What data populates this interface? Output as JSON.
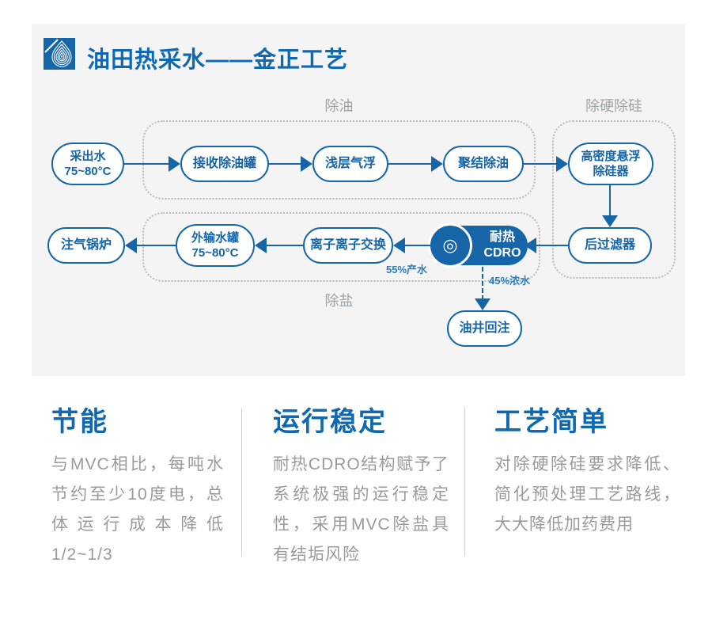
{
  "header": {
    "title": "油田热采水——金正工艺",
    "logo": "water-drop-logo"
  },
  "colors": {
    "primary_blue": "#1565a8",
    "title_blue": "#0f68b2",
    "body_gray": "#9a9a9a",
    "panel_bg": "#f4f4f5"
  },
  "diagram": {
    "group_labels": {
      "deoiling": "除油",
      "hardness_silicon": "除硬除硅",
      "desalting": "除盐"
    },
    "nodes": {
      "produced_water": "采出水\n75~80°C",
      "receiving_deoiling_tank": "接收除油罐",
      "shallow_air_flotation": "浅层气浮",
      "coalescing_deoiling": "聚结除油",
      "high_density_desilicizer": "高密度悬浮\n除硅器",
      "post_filter": "后过滤器",
      "heat_resistant_cdro": "耐热CDRO",
      "cdro_icon": "◎",
      "ion_exchange": "离子离子交换",
      "export_water_tank": "外输水罐\n75~80°C",
      "gas_injection_boiler": "注气锅炉",
      "well_reinjection": "油井回注"
    },
    "flow_labels": {
      "product_water": "55%产水",
      "concentrated_water": "45%浓水"
    }
  },
  "features": [
    {
      "title": "节能",
      "body": "与MVC相比，每吨水节约至少10度电，总体运行成本降低1/2~1/3"
    },
    {
      "title": "运行稳定",
      "body": "耐热CDRO结构赋予了系统极强的运行稳定性，采用MVC除盐具有结垢风险"
    },
    {
      "title": "工艺简单",
      "body": "对除硬除硅要求降低、简化预处理工艺路线，大大降低加药费用"
    }
  ]
}
